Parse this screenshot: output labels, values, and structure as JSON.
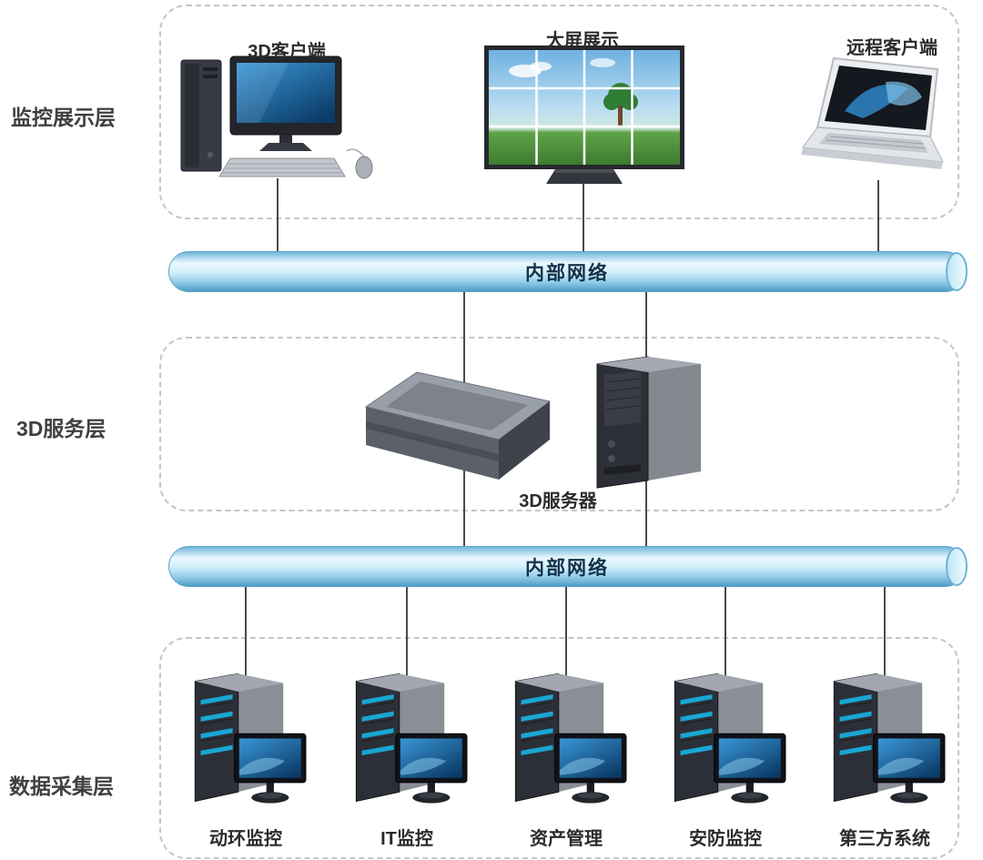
{
  "layers": {
    "display": {
      "label": "监控展示层",
      "nodes": [
        {
          "label": "3D客户端",
          "icon": "desktop-pc-icon"
        },
        {
          "label": "大屏展示",
          "icon": "video-wall-icon"
        },
        {
          "label": "远程客户端",
          "icon": "laptop-icon"
        }
      ]
    },
    "service": {
      "label": "3D服务层",
      "server_label": "3D服务器",
      "icons": [
        "nas-server-icon",
        "tower-server-icon"
      ]
    },
    "collection": {
      "label": "数据采集层",
      "nodes": [
        {
          "label": "动环监控",
          "icon": "rack-server-monitor-icon"
        },
        {
          "label": "IT监控",
          "icon": "rack-server-monitor-icon"
        },
        {
          "label": "资产管理",
          "icon": "rack-server-monitor-icon"
        },
        {
          "label": "安防监控",
          "icon": "rack-server-monitor-icon"
        },
        {
          "label": "第三方系统",
          "icon": "rack-server-monitor-icon"
        }
      ]
    }
  },
  "networks": {
    "top": {
      "label": "内部网络"
    },
    "bottom": {
      "label": "内部网络"
    }
  },
  "colors": {
    "pipe_blue": "#a8d8ef",
    "pipe_edge": "#5ba4c8",
    "screen_blue": "#1b6fa8",
    "led_blue": "#19a6d2",
    "dashed_border": "#c6c6c6",
    "label_text": "#3f3f3f"
  }
}
